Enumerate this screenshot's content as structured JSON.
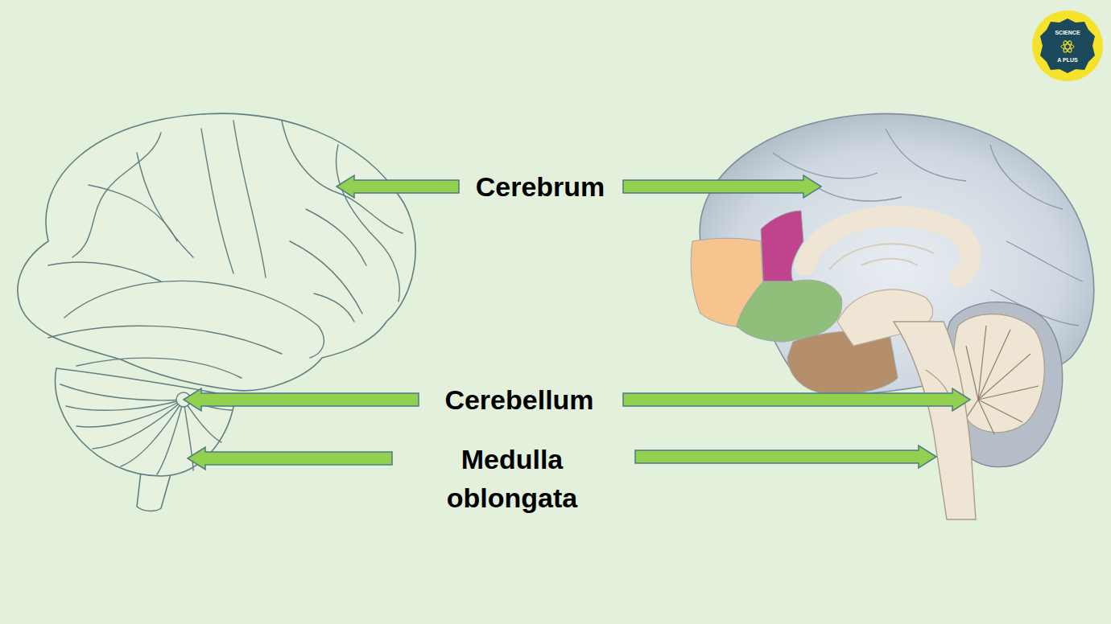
{
  "diagram": {
    "labels": [
      "Cerebrum",
      "Cerebellum",
      "Medulla oblongata",
      "SCIENCE",
      "A PLUS"
    ]
  }
}
